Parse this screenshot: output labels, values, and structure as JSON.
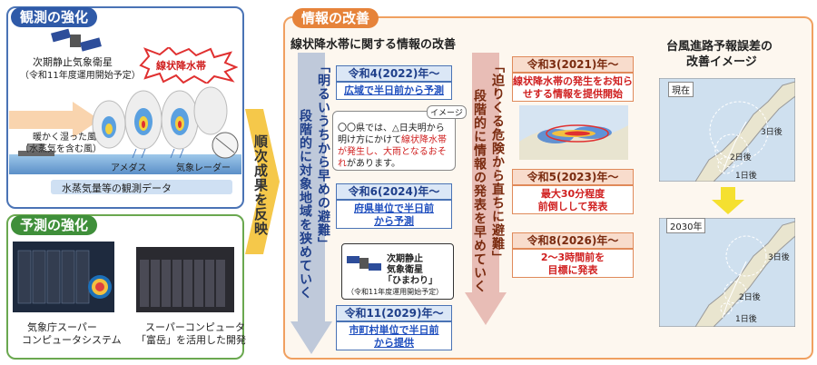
{
  "observation": {
    "title": "観測の強化",
    "satellite_label": "次期静止気象衛星",
    "satellite_note": "（令和11年度運用開始予定）",
    "burst_label": "線状降水帯",
    "wind_label": "暖かく湿った風",
    "wind_note": "（水蒸気を含む風）",
    "amedas_label": "アメダス",
    "radar_label": "気象レーダー",
    "vapor_label": "水蒸気量等の観測データ"
  },
  "prediction": {
    "title": "予測の強化",
    "system_label_1": "気象庁スーパー",
    "system_label_2": "コンピュータシステム",
    "fugaku_label_1": "スーパーコンピュータ",
    "fugaku_label_2": "「富岳」を活用した開発"
  },
  "reflect_label": "順次成果を反映",
  "improvement": {
    "title": "情報の改善",
    "subtitle": "線状降水帯に関する情報の改善",
    "blue_arrow_text_a": "「明るいうちから早めの避難」",
    "blue_arrow_text_b": "段階的に対象地域を狭めていく",
    "red_arrow_text_a": "「迫りくる危険から直ちに避難」",
    "red_arrow_text_b": "段階的に情報の発表を早めていく",
    "blue_items": [
      {
        "year": "令和4(2022)年〜",
        "text1": "広域で半日前から予測",
        "text2": ""
      },
      {
        "year": "令和6(2024)年〜",
        "text1": "府県単位で半日前",
        "text2": "から予測"
      },
      {
        "year": "令和11(2029)年〜",
        "text1": "市町村単位で半日前",
        "text2": "から提供"
      }
    ],
    "image_tag": "イメージ",
    "message_1": "〇〇県では、△日夫明から",
    "message_2": "明け方にかけて",
    "message_2b": "線状降水帯",
    "message_3": "が発生し、",
    "message_3b": "大雨となるおそ",
    "message_4": "れ",
    "message_4b": "があります。",
    "himawari_1": "次期静止",
    "himawari_2": "気象衛星",
    "himawari_3": "「ひまわり」",
    "himawari_note": "（令和11年度運用開始予定）",
    "red_items": [
      {
        "year": "令和3(2021)年〜",
        "text1": "線状降水帯の発生をお知ら",
        "text2": "せする情報を提供開始"
      },
      {
        "year": "令和5(2023)年〜",
        "text1": "最大30分程度",
        "text2": "前倒しして発表"
      },
      {
        "year": "令和8(2026)年〜",
        "text1": "2〜3時間前を",
        "text2": "目標に発表"
      }
    ],
    "typhoon_title_1": "台風進路予報誤差の",
    "typhoon_title_2": "改善イメージ",
    "map_now_label": "現在",
    "map_future_label": "2030年",
    "day_labels": [
      "3日後",
      "2日後",
      "1日後"
    ]
  },
  "colors": {
    "blue_title": "#2f5aa8",
    "green_title": "#3f8f3a",
    "orange_title": "#e6833a",
    "arrow_yellow": "#f5c84a",
    "blue_arrow": "#4a73b5",
    "red_arrow": "#c0504d"
  }
}
